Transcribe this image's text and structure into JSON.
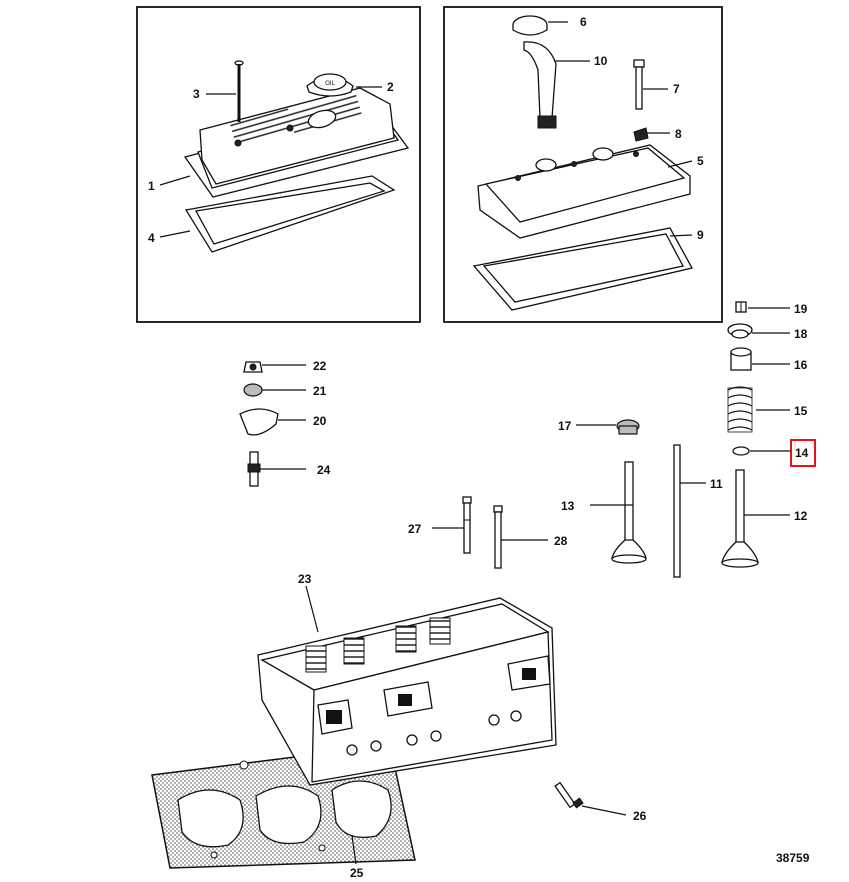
{
  "figure_number": "38759",
  "highlight_color": "#e0141b",
  "highlighted_callout": "14",
  "callouts": {
    "c1": "1",
    "c2": "2",
    "c3": "3",
    "c4": "4",
    "c5": "5",
    "c6": "6",
    "c7": "7",
    "c8": "8",
    "c9": "9",
    "c10": "10",
    "c11": "11",
    "c12": "12",
    "c13": "13",
    "c14": "14",
    "c15": "15",
    "c16": "16",
    "c17": "17",
    "c18": "18",
    "c19": "19",
    "c20": "20",
    "c21": "21",
    "c22": "22",
    "c23": "23",
    "c24": "24",
    "c25": "25",
    "c26": "26",
    "c27": "27",
    "c28": "28"
  },
  "oil_cap_text": "OIL"
}
